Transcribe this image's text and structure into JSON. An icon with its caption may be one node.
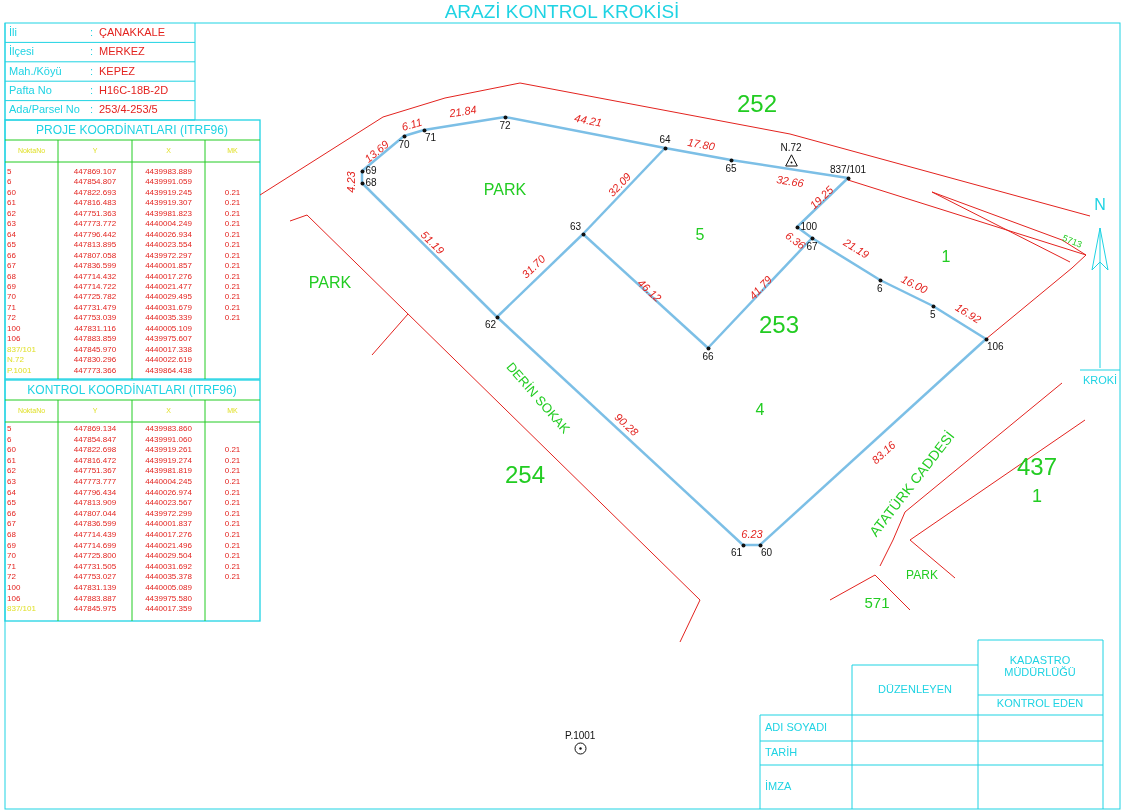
{
  "diagram": {
    "title": "ARAZİ KONTROL KROKİSİ",
    "nodes": [
      {
        "text": [
          "69"
        ]
      },
      {
        "text": [
          "68"
        ]
      },
      {
        "text": [
          "70"
        ]
      },
      {
        "text": [
          "71"
        ]
      },
      {
        "text": [
          "72"
        ]
      },
      {
        "text": [
          "64"
        ]
      },
      {
        "text": [
          "65"
        ]
      },
      {
        "text": [
          "837/101"
        ]
      },
      {
        "text": [
          "100"
        ]
      },
      {
        "text": [
          "67"
        ]
      },
      {
        "text": [
          "6"
        ]
      },
      {
        "text": [
          "5"
        ]
      },
      {
        "text": [
          "106"
        ]
      },
      {
        "text": [
          "60"
        ]
      },
      {
        "text": [
          "61"
        ]
      },
      {
        "text": [
          "62"
        ]
      },
      {
        "text": [
          "63"
        ]
      },
      {
        "text": [
          "66"
        ]
      },
      {
        "text": [
          "N.72"
        ]
      },
      {
        "text": [
          "P.1001"
        ]
      }
    ],
    "edges": [
      {
        "from": 0,
        "to": 2,
        "arrow": "none",
        "label": "13.69"
      },
      {
        "from": 2,
        "to": 3,
        "arrow": "none",
        "label": "6.11"
      },
      {
        "from": 3,
        "to": 4,
        "arrow": "none",
        "label": "21.84"
      },
      {
        "from": 4,
        "to": 5,
        "arrow": "none",
        "label": "44.21"
      },
      {
        "from": 5,
        "to": 6,
        "arrow": "none",
        "label": "17.80"
      },
      {
        "from": 6,
        "to": 7,
        "arrow": "none",
        "label": "32.66"
      },
      {
        "from": 7,
        "to": 8,
        "arrow": "none",
        "label": "19.25"
      },
      {
        "from": 8,
        "to": 9,
        "arrow": "none",
        "label": "6.36"
      },
      {
        "from": 9,
        "to": 10,
        "arrow": "none",
        "label": "21.19"
      },
      {
        "from": 10,
        "to": 11,
        "arrow": "none",
        "label": "16.00"
      },
      {
        "from": 11,
        "to": 12,
        "arrow": "none",
        "label": "16.92"
      },
      {
        "from": 12,
        "to": 13,
        "arrow": "none",
        "label": "83.16"
      },
      {
        "from": 13,
        "to": 14,
        "arrow": "none",
        "label": "6.23"
      },
      {
        "from": 14,
        "to": 15,
        "arrow": "none",
        "label": "90.28"
      },
      {
        "from": 15,
        "to": 1,
        "arrow": "none",
        "label": "51.19"
      },
      {
        "from": 1,
        "to": 0,
        "arrow": "none",
        "label": "4.23"
      },
      {
        "from": 15,
        "to": 16,
        "arrow": "none",
        "label": "31.70"
      },
      {
        "from": 16,
        "to": 5,
        "arrow": "none",
        "label": "32.09"
      },
      {
        "from": 16,
        "to": 17,
        "arrow": "none",
        "label": "46.12"
      },
      {
        "from": 17,
        "to": 9,
        "arrow": "none",
        "label": "41.79"
      }
    ],
    "labels": [
      "İli",
      ":",
      "ÇANAKKALE",
      "İlçesi",
      ":",
      "MERKEZ",
      "Mah./Köyü",
      ":",
      "KEPEZ",
      "Pafta No",
      ":",
      "H16C-18B-2D",
      "Ada/Parsel No",
      ":",
      "253/4-253/5",
      "PROJE KOORDİNATLARI (ITRF96)",
      "NoktaNo",
      "Y",
      "X",
      "MK",
      "5",
      "447869.107",
      "4439983.889",
      "6",
      "447854.807",
      "4439991.059",
      "60",
      "447822.693",
      "4439919.245",
      "0.21",
      "61",
      "447816.483",
      "4439919.307",
      "0.21",
      "62",
      "447751.363",
      "4439981.823",
      "0.21",
      "63",
      "447773.772",
      "4440004.249",
      "0.21",
      "64",
      "447796.442",
      "4440026.934",
      "0.21",
      "65",
      "447813.895",
      "4440023.554",
      "0.21",
      "66",
      "447807.058",
      "4439972.297",
      "0.21",
      "67",
      "447836.599",
      "4440001.857",
      "0.21",
      "68",
      "447714.432",
      "4440017.276",
      "0.21",
      "69",
      "447714.722",
      "4440021.477",
      "0.21",
      "70",
      "447725.782",
      "4440029.495",
      "0.21",
      "71",
      "447731.479",
      "4440031.679",
      "0.21",
      "72",
      "447753.039",
      "4440035.339",
      "0.21",
      "100",
      "447831.116",
      "4440005.109",
      "106",
      "447883.859",
      "4439975.607",
      "837/101",
      "447845.970",
      "4440017.338",
      "N.72",
      "447830.296",
      "4440022.619",
      "P.1001",
      "447773.366",
      "4439864.438",
      "KONTROL KOORDİNATLARI (ITRF96)",
      "NoktaNo",
      "Y",
      "X",
      "MK",
      "5",
      "447869.134",
      "4439983.860",
      "6",
      "447854.847",
      "4439991.060",
      "60",
      "447822.698",
      "4439919.261",
      "0.21",
      "61",
      "447816.472",
      "4439919.274",
      "0.21",
      "62",
      "447751.367",
      "4439981.819",
      "0.21",
      "63",
      "447773.777",
      "4440004.245",
      "0.21",
      "64",
      "447796.434",
      "4440026.974",
      "0.21",
      "65",
      "447813.909",
      "4440023.567",
      "0.21",
      "66",
      "447807.044",
      "4439972.299",
      "0.21",
      "67",
      "447836.599",
      "4440001.837",
      "0.21",
      "68",
      "447714.439",
      "4440017.276",
      "0.21",
      "69",
      "447714.699",
      "4440021.496",
      "0.21",
      "70",
      "447725.800",
      "4440029.504",
      "0.21",
      "71",
      "447731.505",
      "4440031.692",
      "0.21",
      "72",
      "447753.027",
      "4440035.378",
      "0.21",
      "100",
      "447831.139",
      "4440005.089",
      "106",
      "447883.887",
      "4439975.580",
      "837/101",
      "447845.975",
      "4440017.359",
      "252",
      "PARK",
      "5",
      "1",
      "PARK",
      "253",
      "4",
      "DERİN SOKAK",
      "254",
      "437",
      "1",
      "ATATÜRK CADDESİ",
      "PARK",
      "571",
      "5713",
      "N",
      "KROKİ",
      "KADASTRO MÜDÜRLÜĞÜ",
      "DÜZENLEYEN",
      "KONTROL EDEN",
      "ADI SOYADI",
      "TARİH",
      "İMZA"
    ]
  }
}
